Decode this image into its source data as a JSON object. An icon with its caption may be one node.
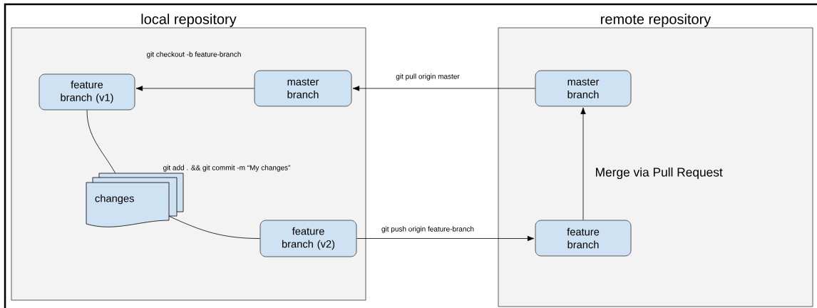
{
  "diagram": {
    "nodes": [
      {
        "text": [
          "local repository"
        ]
      },
      {
        "text": [
          "remote repository"
        ]
      },
      {
        "text": [
          "feature branch (v1)"
        ],
        "in": 0
      },
      {
        "text": [
          "master branch"
        ],
        "in": 0
      },
      {
        "text": [
          "changes"
        ],
        "in": 0
      },
      {
        "text": [
          "feature branch (v2)"
        ],
        "in": 0
      },
      {
        "text": [
          "master branch"
        ],
        "in": 1
      },
      {
        "text": [
          "feature branch"
        ],
        "in": 1
      }
    ],
    "edges": [
      {
        "from": 3,
        "to": 2,
        "arrow": "to",
        "label": "git checkout -b feature-branch"
      },
      {
        "from": 6,
        "to": 3,
        "arrow": "to",
        "label": "git pull origin master"
      },
      {
        "from": 2,
        "to": 4,
        "arrow": "none"
      },
      {
        "from": 4,
        "to": 5,
        "arrow": "none"
      },
      {
        "from": 5,
        "to": 7,
        "arrow": "to",
        "label": "git push origin feature-branch"
      },
      {
        "from": 7,
        "to": 6,
        "arrow": "to",
        "label": "Merge via Pull Request"
      }
    ],
    "labels": [
      "git add . && git commit -m “My changes”"
    ]
  }
}
